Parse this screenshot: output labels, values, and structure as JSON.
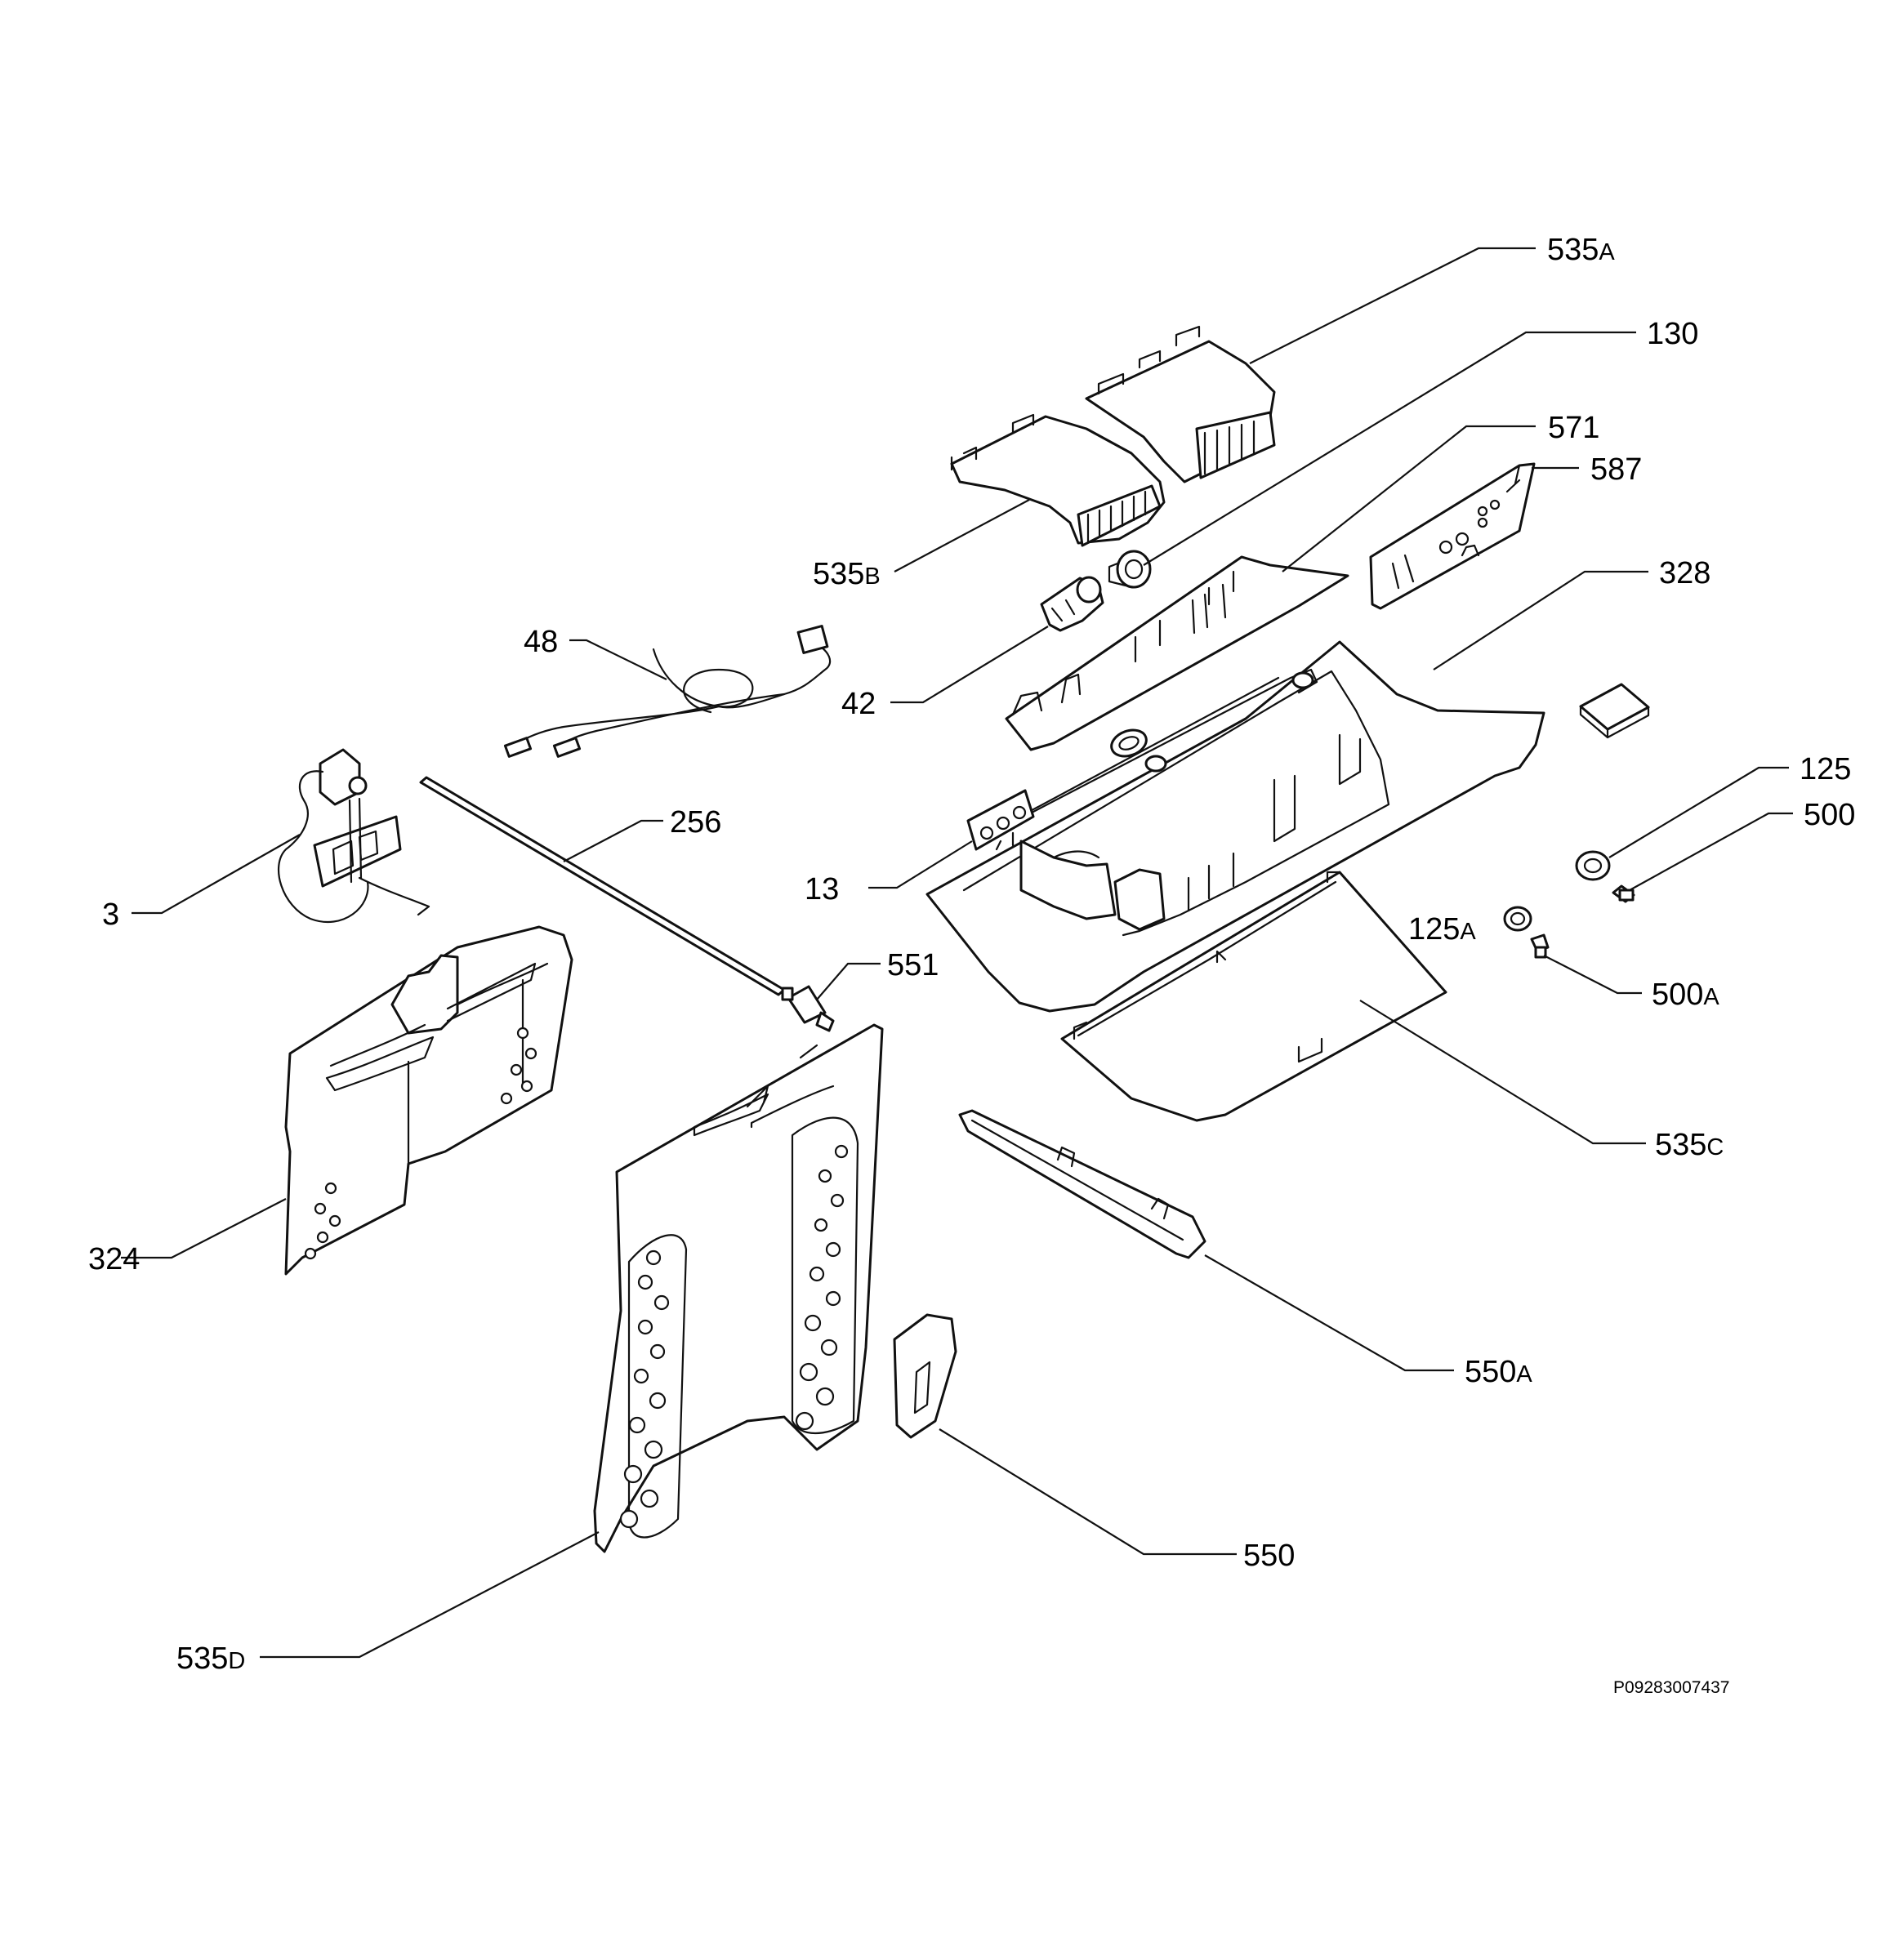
{
  "diagram_code": "P09283007437",
  "callouts": [
    {
      "id": "c535a",
      "num": "535",
      "suffix": "A"
    },
    {
      "id": "c130",
      "num": "130",
      "suffix": ""
    },
    {
      "id": "c571",
      "num": "571",
      "suffix": ""
    },
    {
      "id": "c587",
      "num": "587",
      "suffix": ""
    },
    {
      "id": "c535b",
      "num": "535",
      "suffix": "B"
    },
    {
      "id": "c328",
      "num": "328",
      "suffix": ""
    },
    {
      "id": "c48",
      "num": "48",
      "suffix": ""
    },
    {
      "id": "c42",
      "num": "42",
      "suffix": ""
    },
    {
      "id": "c125",
      "num": "125",
      "suffix": ""
    },
    {
      "id": "c500",
      "num": "500",
      "suffix": ""
    },
    {
      "id": "c256",
      "num": "256",
      "suffix": ""
    },
    {
      "id": "c13",
      "num": "13",
      "suffix": ""
    },
    {
      "id": "c3",
      "num": "3",
      "suffix": ""
    },
    {
      "id": "c125a",
      "num": "125",
      "suffix": "A"
    },
    {
      "id": "c551",
      "num": "551",
      "suffix": ""
    },
    {
      "id": "c500a",
      "num": "500",
      "suffix": "A"
    },
    {
      "id": "c535c",
      "num": "535",
      "suffix": "C"
    },
    {
      "id": "c324",
      "num": "324",
      "suffix": ""
    },
    {
      "id": "c550a",
      "num": "550",
      "suffix": "A"
    },
    {
      "id": "c550",
      "num": "550",
      "suffix": ""
    },
    {
      "id": "c535d",
      "num": "535",
      "suffix": "D"
    }
  ]
}
